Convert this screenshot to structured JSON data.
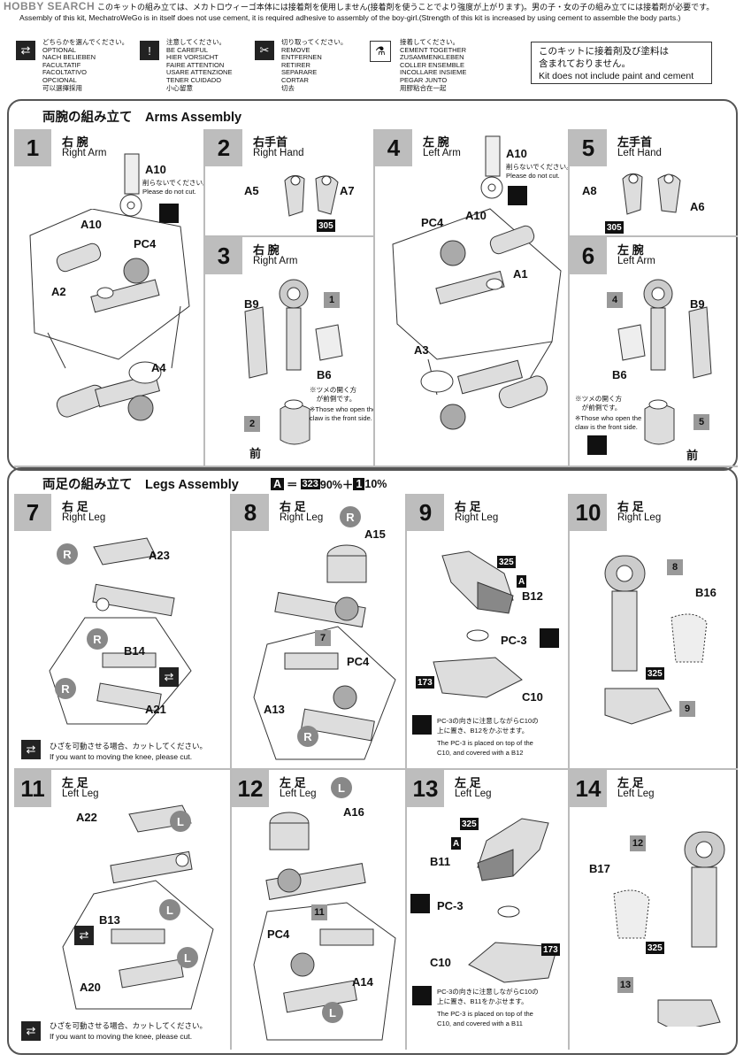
{
  "watermark": "HOBBY SEARCH",
  "header": {
    "line1": "このキットの組み立ては、メカトロウィーゴ本体には接着剤を使用しません(接着剤を使うことでより強度が上がります)。男の子・女の子の組み立てには接着剤が必要です。",
    "line2": "Assembly of this kit, MechatroWeGo is in itself does not use cement, it is required adhesive to assembly of the boy-girl.(Strength of this kit is increased by using cement to assemble the body parts.)"
  },
  "legend": {
    "optional": [
      "どちらかを選んでください。",
      "OPTIONAL",
      "NACH BELIEBEN",
      "FACULTATIF",
      "FACOLTATIVO",
      "OPCIONAL",
      "可以選擇採用"
    ],
    "careful": [
      "注意してください。",
      "BE CAREFUL",
      "HIER VORSICHT",
      "FAIRE ATTENTION",
      "USARE ATTENZIONE",
      "TENER CUIDADO",
      "小心留意"
    ],
    "remove": [
      "切り取ってください。",
      "REMOVE",
      "ENTFERNEN",
      "RETIRER",
      "SEPARARE",
      "CORTAR",
      "切去"
    ],
    "cement": [
      "接着してください。",
      "CEMENT TOGETHER",
      "ZUSAMMENKLEBEN",
      "COLLER ENSEMBLE",
      "INCOLLARE INSIEME",
      "PEGAR JUNTO",
      "用膠粘合在一起"
    ]
  },
  "notice": {
    "jp1": "このキットに接着剤及び塗料は",
    "jp2": "含まれておりません。",
    "en": "Kit does not include paint and cement"
  },
  "arms": {
    "title": "両腕の組み立て　Arms Assembly",
    "step1": {
      "num": "1",
      "jp": "右 腕",
      "en": "Right Arm",
      "a10": "A10",
      "a10_note_jp": "削らないでください。",
      "a10_note_en": "Please do not cut.",
      "a10b": "A10",
      "pc4": "PC4",
      "a2": "A2",
      "a4": "A4"
    },
    "step2": {
      "num": "2",
      "jp": "右手首",
      "en": "Right Hand",
      "a5": "A5",
      "a7": "A7",
      "tag": "305"
    },
    "step3": {
      "num": "3",
      "jp": "右 腕",
      "en": "Right Arm",
      "b9": "B9",
      "ref1": "1",
      "b6": "B6",
      "ref2": "2",
      "front": "前",
      "note1": "※ツメの開く方",
      "note2": "　が前側です。",
      "note3": "※Those who open the",
      "note4": "claw is the front side."
    },
    "step4": {
      "num": "4",
      "jp": "左 腕",
      "en": "Left Arm",
      "a10": "A10",
      "a10_note_jp": "削らないでください。",
      "a10_note_en": "Please do not cut.",
      "pc4": "PC4",
      "a10b": "A10",
      "a1": "A1",
      "a3": "A3"
    },
    "step5": {
      "num": "5",
      "jp": "左手首",
      "en": "Left Hand",
      "a8": "A8",
      "a6": "A6",
      "tag": "305"
    },
    "step6": {
      "num": "6",
      "jp": "左 腕",
      "en": "Left Arm",
      "ref4": "4",
      "b9": "B9",
      "b6": "B6",
      "ref5": "5",
      "front": "前",
      "note1": "※ツメの開く方",
      "note2": "　が前側です。",
      "note3": "※Those who open the",
      "note4": "claw is the front side."
    }
  },
  "legs": {
    "title": "両足の組み立て　Legs Assembly",
    "mix_a": "A",
    "mix_eq": "＝",
    "mix_323": "323",
    "mix_pct1": "90%＋",
    "mix_1": "1",
    "mix_pct2": "10%",
    "step7": {
      "num": "7",
      "jp": "右 足",
      "en": "Right Leg",
      "r": "R",
      "a23": "A23",
      "b14": "B14",
      "a21": "A21",
      "knee_jp": "ひざを可動させる場合、カットしてください。",
      "knee_en": "If you want to moving the knee, please cut."
    },
    "step8": {
      "num": "8",
      "jp": "右 足",
      "en": "Right Leg",
      "r": "R",
      "a15": "A15",
      "ref7": "7",
      "pc4": "PC4",
      "a13": "A13"
    },
    "step9": {
      "num": "9",
      "jp": "右 足",
      "en": "Right Leg",
      "tag325": "325",
      "a": "A",
      "b12": "B12",
      "pc3": "PC-3",
      "tag173": "173",
      "c10": "C10",
      "n1": "PC-3の向きに注意しながらC10の",
      "n2": "上に置き、B12をかぶせます。",
      "n3": "The PC-3 is placed on top of the",
      "n4": "C10, and covered with a B12"
    },
    "step10": {
      "num": "10",
      "jp": "右 足",
      "en": "Right Leg",
      "ref8": "8",
      "b16": "B16",
      "tag325": "325",
      "ref9": "9"
    },
    "step11": {
      "num": "11",
      "jp": "左 足",
      "en": "Left Leg",
      "a22": "A22",
      "l": "L",
      "b13": "B13",
      "a20": "A20",
      "knee_jp": "ひざを可動させる場合、カットしてください。",
      "knee_en": "If you want to moving the knee, please cut."
    },
    "step12": {
      "num": "12",
      "jp": "左 足",
      "en": "Left Leg",
      "l": "L",
      "a16": "A16",
      "ref11": "11",
      "pc4": "PC4",
      "a14": "A14"
    },
    "step13": {
      "num": "13",
      "jp": "左 足",
      "en": "Left Leg",
      "tag325": "325",
      "a": "A",
      "b11": "B11",
      "pc3": "PC-3",
      "c10": "C10",
      "tag173": "173",
      "n1": "PC-3の向きに注意しながらC10の",
      "n2": "上に置き、B11をかぶせます。",
      "n3": "The PC-3 is placed on top of the",
      "n4": "C10, and covered with a B11"
    },
    "step14": {
      "num": "14",
      "jp": "左 足",
      "en": "Left Leg",
      "ref12": "12",
      "b17": "B17",
      "tag325": "325",
      "ref13": "13"
    }
  }
}
